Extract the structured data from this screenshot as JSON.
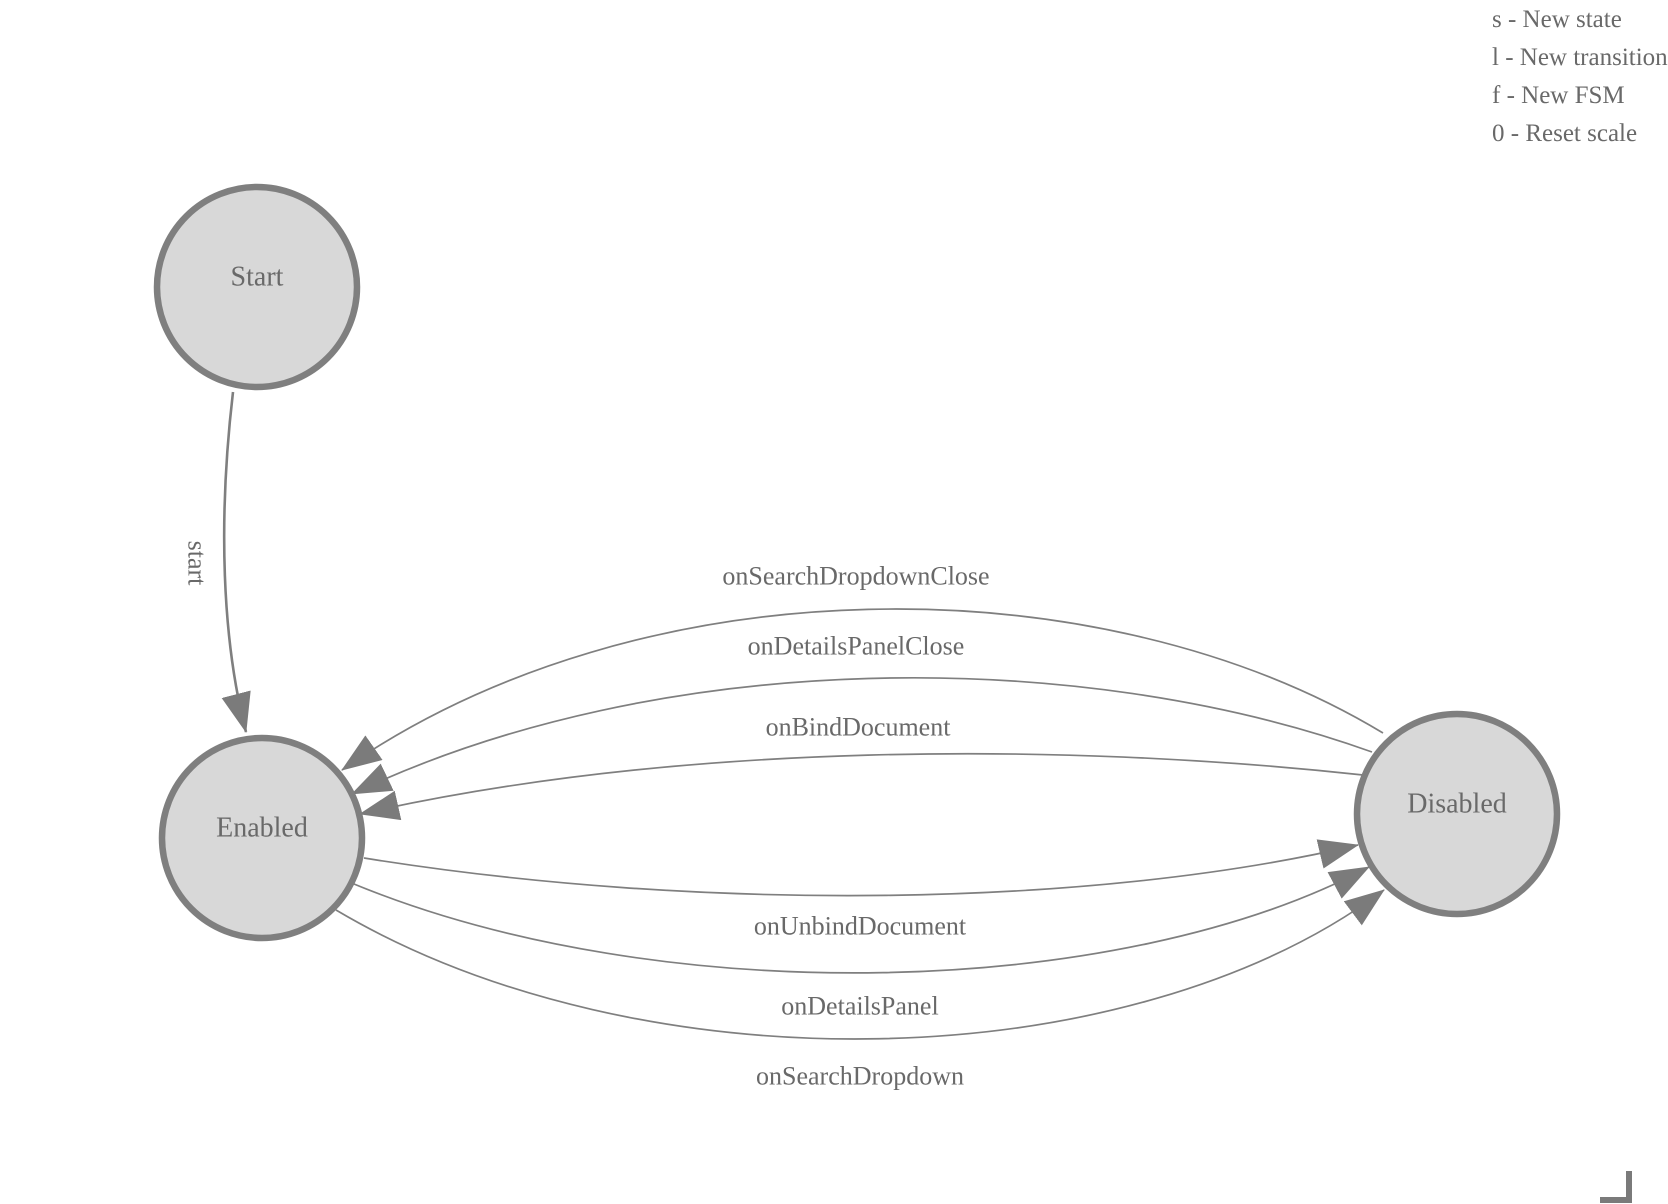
{
  "legend": {
    "items": [
      "s - New state",
      "l - New transition",
      "f - New FSM",
      "0 - Reset scale"
    ]
  },
  "diagram": {
    "states": [
      {
        "id": "start",
        "label": "Start"
      },
      {
        "id": "enabled",
        "label": "Enabled"
      },
      {
        "id": "disabled",
        "label": "Disabled"
      }
    ],
    "transitions": [
      {
        "label": "start",
        "from": "Start",
        "to": "Enabled"
      },
      {
        "label": "onSearchDropdownClose",
        "from": "Disabled",
        "to": "Enabled"
      },
      {
        "label": "onDetailsPanelClose",
        "from": "Disabled",
        "to": "Enabled"
      },
      {
        "label": "onBindDocument",
        "from": "Disabled",
        "to": "Enabled"
      },
      {
        "label": "onUnbindDocument",
        "from": "Enabled",
        "to": "Disabled"
      },
      {
        "label": "onDetailsPanel",
        "from": "Enabled",
        "to": "Disabled"
      },
      {
        "label": "onSearchDropdown",
        "from": "Enabled",
        "to": "Disabled"
      }
    ],
    "colors": {
      "node_fill": "#d8d8d8",
      "node_stroke": "#7f7f7f",
      "edge_stroke": "#7f7f7f",
      "arrow_fill": "#7b7b7b",
      "text": "#696969"
    }
  }
}
